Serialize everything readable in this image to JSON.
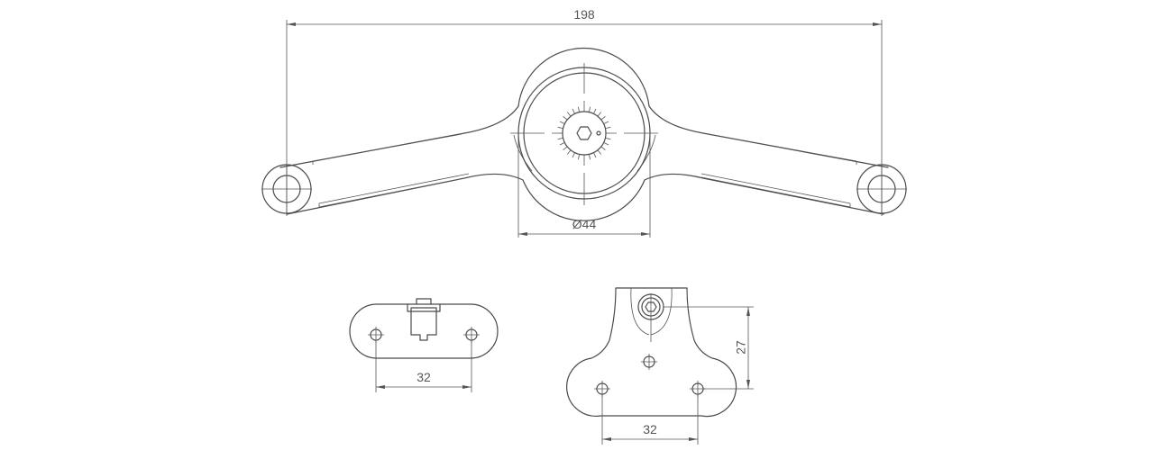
{
  "colors": {
    "line": "#4a4a4a",
    "dimension": "#555555",
    "background": "#ffffff"
  },
  "dimensions": {
    "overall_length": "198",
    "hub_diameter": "Ø44",
    "base_plate_hole_spacing": "32",
    "bracket_hole_spacing": "32",
    "bracket_height": "27"
  }
}
